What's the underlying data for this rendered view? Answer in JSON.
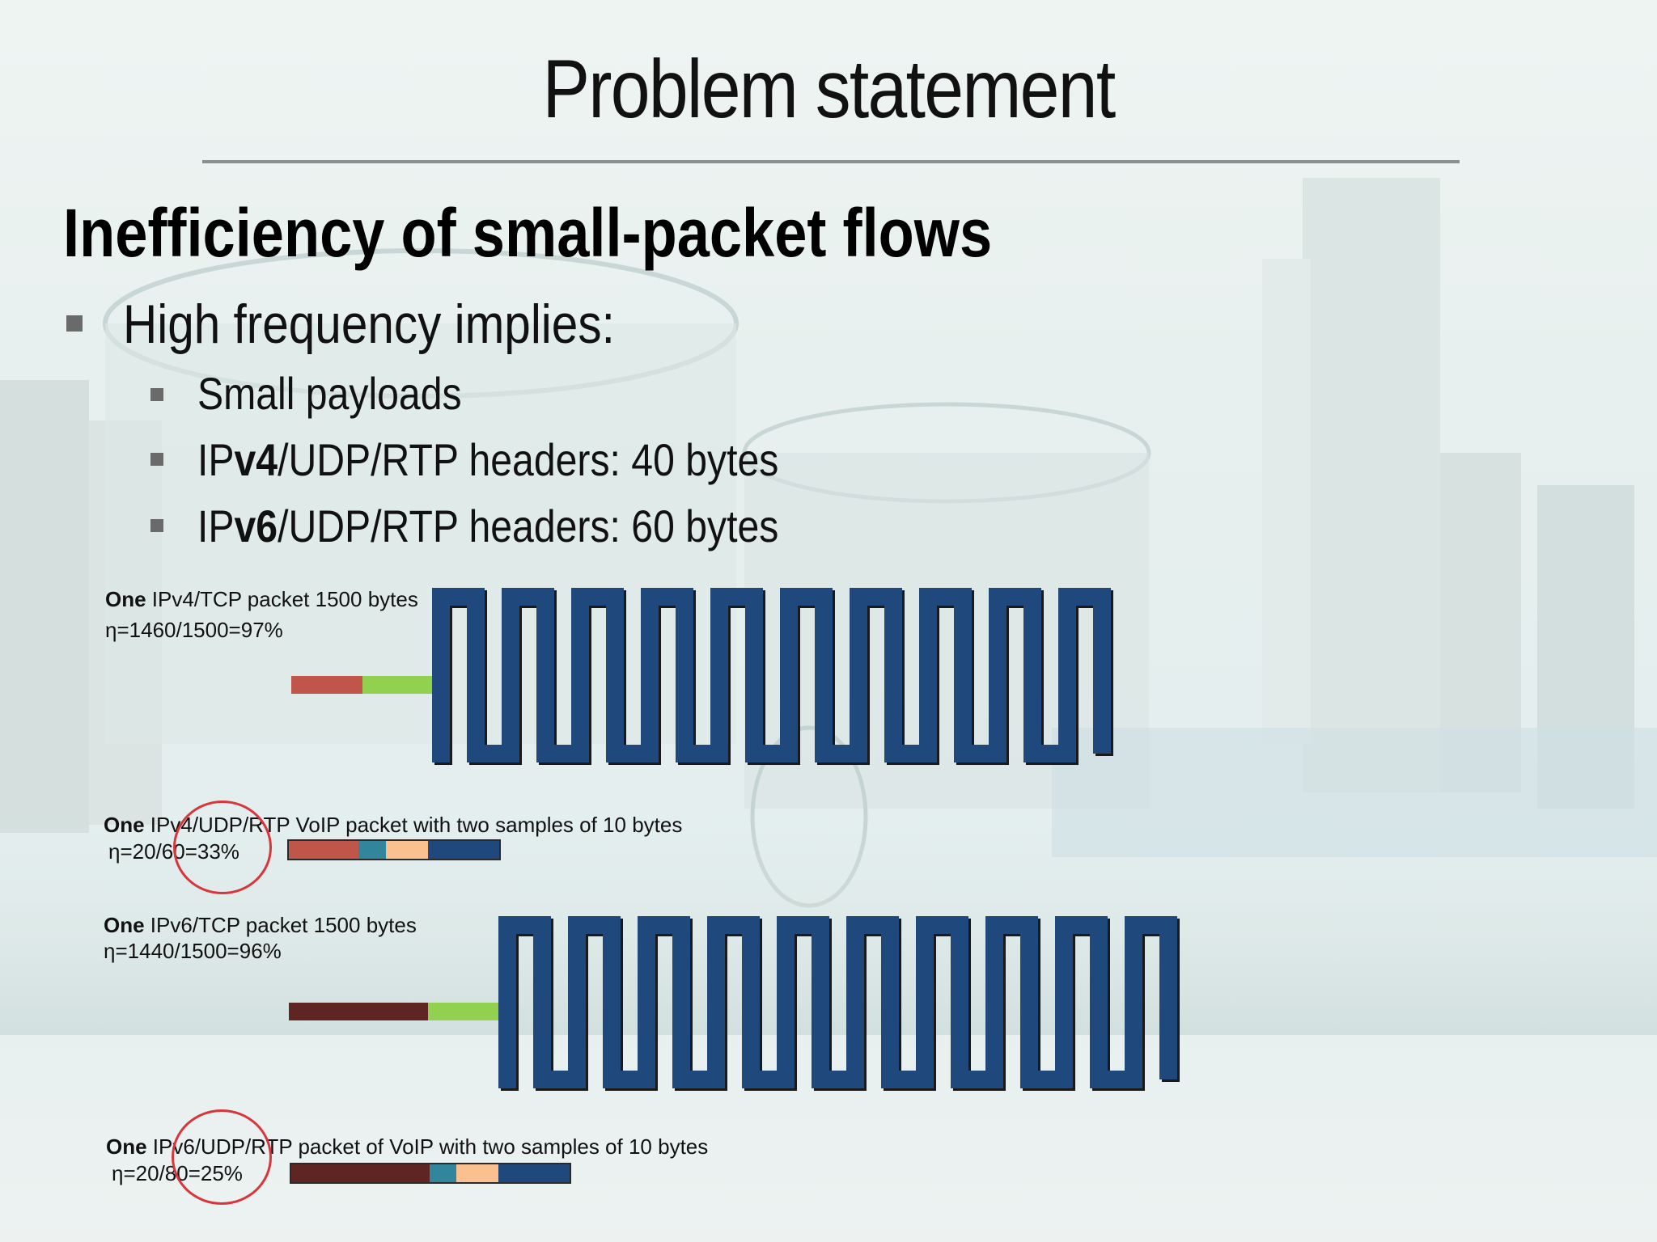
{
  "slide": {
    "title": "Problem statement",
    "heading": "Inefficiency of small-packet flows",
    "bullet_main": "High frequency implies:",
    "sub_bullets": [
      {
        "pre": "",
        "text": "Small payloads"
      },
      {
        "pre": "IP",
        "bold": "v4",
        "text": "/UDP/RTP headers: 40 bytes"
      },
      {
        "pre": "IP",
        "bold": "v6",
        "text": "/UDP/RTP headers: 60 bytes"
      }
    ]
  },
  "diagrams": [
    {
      "label_bold": "One",
      "label_text": " IPv4/TCP packet 1500 bytes",
      "efficiency": "η=1460/1500=97%"
    },
    {
      "label_bold": "One",
      "label_text": " IPv4/UDP/RTP VoIP packet with two samples of 10 bytes",
      "efficiency": "η=20/60=33%"
    },
    {
      "label_bold": "One",
      "label_text": " IPv6/TCP packet 1500 bytes",
      "efficiency": "η=1440/1500=96%"
    },
    {
      "label_bold": "One",
      "label_text": " IPv6/UDP/RTP packet of VoIP with two samples of 10 bytes",
      "efficiency": "η=20/80=25%"
    }
  ],
  "colors": {
    "ipv4_header": "#c0564a",
    "ipv6_header": "#5e2522",
    "tcp_header": "#92d050",
    "udp_header": "#31859c",
    "rtp_header": "#fac090",
    "payload": "#1f497d",
    "highlight_circle": "#d9363b"
  }
}
